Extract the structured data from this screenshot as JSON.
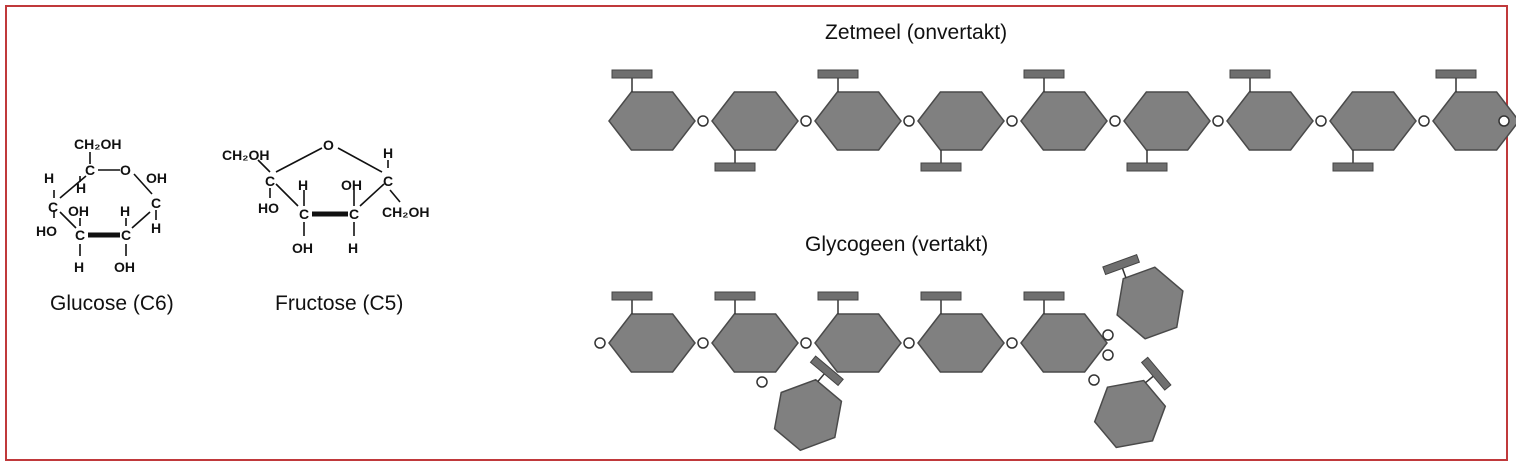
{
  "colors": {
    "frame": "#c0393b",
    "unit_fill": "#808080",
    "unit_stroke": "#4a4a4a",
    "ink": "#111111"
  },
  "glucose": {
    "caption": "Glucose (C6)",
    "labels": {
      "ch2oh": "CH₂OH",
      "c_top": "C",
      "o_ring": "O",
      "h_left": "H",
      "h_under": "H",
      "oh_right": "OH",
      "c_right": "C",
      "h_right": "H",
      "c_left": "C",
      "oh_mid": "OH",
      "h_mid": "H",
      "ho_left": "HO",
      "c_bl": "C",
      "c_br": "C",
      "h_bottom": "H",
      "oh_bottom": "OH"
    }
  },
  "fructose": {
    "caption": "Fructose (C5)",
    "labels": {
      "ch2oh_left": "CH₂OH",
      "o_top": "O",
      "h_top": "H",
      "c_left": "C",
      "c_right": "C",
      "h_mid": "H",
      "oh_mid": "OH",
      "ho_left": "HO",
      "ch2oh_right": "CH₂OH",
      "c_bl": "C",
      "c_br": "C",
      "oh_bottom": "OH",
      "h_bottom": "H"
    }
  },
  "zetmeel": {
    "title": "Zetmeel (onvertakt)"
  },
  "glycogeen": {
    "title": "Glycogeen  (vertakt)"
  }
}
